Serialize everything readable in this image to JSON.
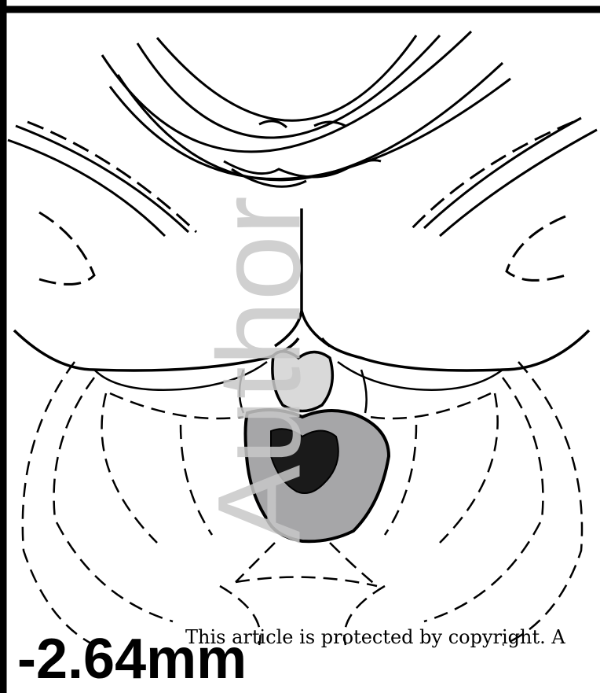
{
  "watermark_text": "Author",
  "copyright_notice": "This article is protected by copyright. A",
  "coordinate_label": "-2.64mm",
  "colors": {
    "outline": "#000000",
    "region_light": "#d9d9d9",
    "region_medium": "#a6a6a8",
    "region_dark": "#1a1a1a",
    "watermark": "#c8c8c8"
  }
}
